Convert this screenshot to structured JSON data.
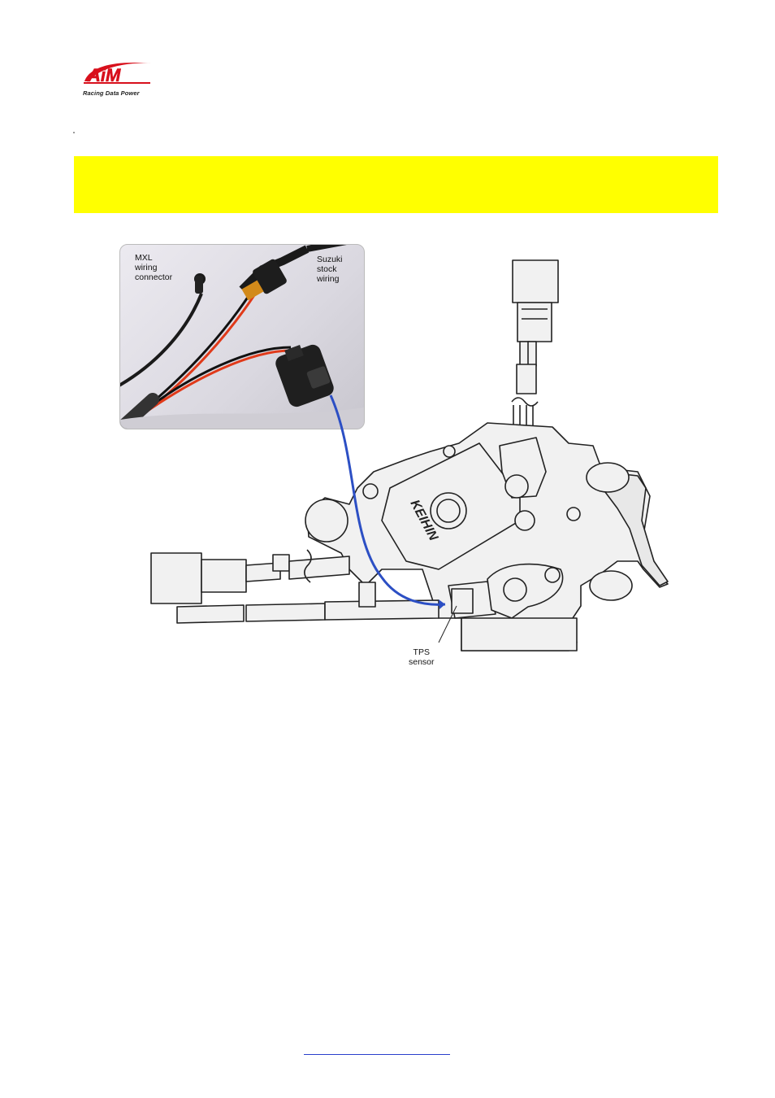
{
  "header": {
    "logo_text": "AiM",
    "tagline": "Racing Data Power",
    "brand_color": "#d8101c"
  },
  "banner": {
    "color": "#ffff00"
  },
  "figure": {
    "labels": {
      "mxl": [
        "MXL",
        "wiring",
        "connector"
      ],
      "suzuki": [
        "Suzuki",
        "stock",
        "wiring"
      ],
      "tps": [
        "TPS",
        "sensor"
      ],
      "throttle_brand": "KEIHIN"
    },
    "arrow_color": "#2c4fc4"
  },
  "footer": {
    "link_text": ""
  }
}
